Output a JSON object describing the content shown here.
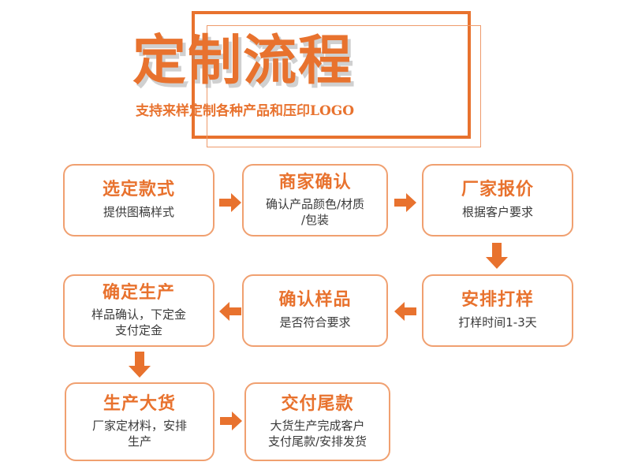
{
  "header": {
    "title": "定制流程",
    "subtitle": "支持来样定制各种产品和压印LOGO",
    "accent_color": "#E8722E",
    "frame_color": "#E8722E",
    "frame_thin_color": "#EE9A6B"
  },
  "theme": {
    "title_color": "#E8722E",
    "box_border_color": "#F0A070",
    "body_text_color": "#3A3A3A",
    "arrow_color": "#E8722E",
    "background": "#FFFFFF"
  },
  "flow": {
    "nodes": [
      {
        "id": "select-style",
        "title": "选定款式",
        "desc": "提供图稿样式"
      },
      {
        "id": "merchant-confirm",
        "title": "商家确认",
        "desc": "确认产品颜色/材质\n/包装"
      },
      {
        "id": "factory-quote",
        "title": "厂家报价",
        "desc": "根据客户要求"
      },
      {
        "id": "arrange-sample",
        "title": "安排打样",
        "desc": "打样时间1-3天"
      },
      {
        "id": "confirm-sample",
        "title": "确认样品",
        "desc": "是否符合要求"
      },
      {
        "id": "confirm-production",
        "title": "确定生产",
        "desc": "样品确认，下定金\n支付定金"
      },
      {
        "id": "bulk-production",
        "title": "生产大货",
        "desc": "厂家定材料，安排\n生产"
      },
      {
        "id": "final-payment",
        "title": "交付尾款",
        "desc": "大货生产完成客户\n支付尾款/安排发货"
      }
    ],
    "arrows": [
      {
        "id": "arrow-1",
        "direction": "right",
        "from": "select-style",
        "to": "merchant-confirm"
      },
      {
        "id": "arrow-2",
        "direction": "right",
        "from": "merchant-confirm",
        "to": "factory-quote"
      },
      {
        "id": "arrow-3",
        "direction": "down",
        "from": "factory-quote",
        "to": "arrange-sample"
      },
      {
        "id": "arrow-4",
        "direction": "left",
        "from": "arrange-sample",
        "to": "confirm-sample"
      },
      {
        "id": "arrow-5",
        "direction": "left",
        "from": "confirm-sample",
        "to": "confirm-production"
      },
      {
        "id": "arrow-6",
        "direction": "down",
        "from": "confirm-production",
        "to": "bulk-production"
      },
      {
        "id": "arrow-7",
        "direction": "right",
        "from": "bulk-production",
        "to": "final-payment"
      }
    ]
  }
}
